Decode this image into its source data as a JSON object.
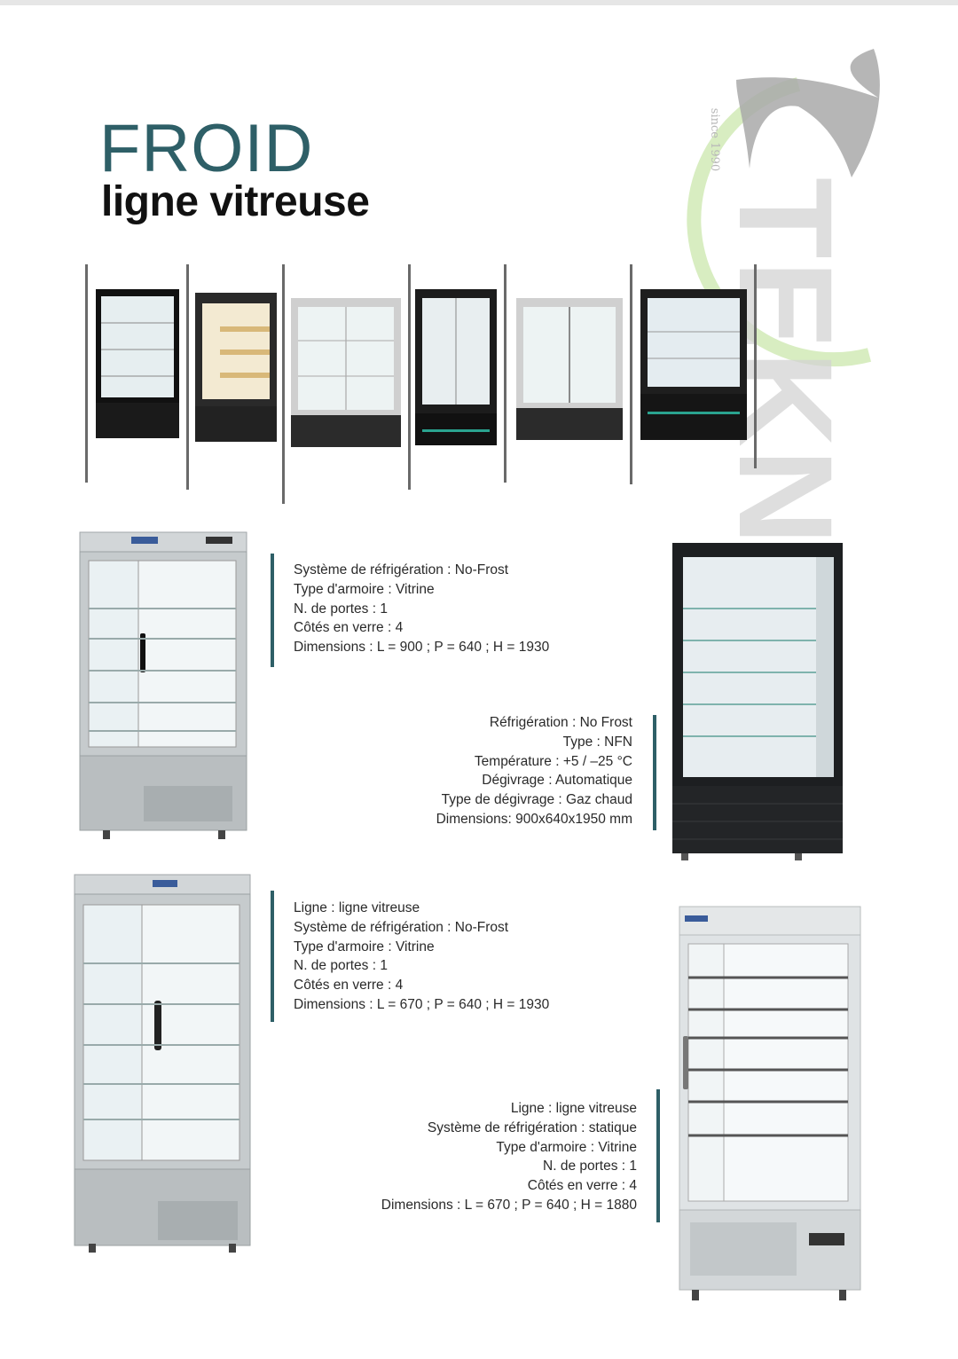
{
  "header": {
    "title": "FROID",
    "subtitle": "ligne vitreuse"
  },
  "watermark": {
    "brand": "TEKNA",
    "since": "since 1990"
  },
  "products": [
    {
      "specs": [
        "Système de réfrigération : No-Frost",
        "Type d'armoire : Vitrine",
        "N. de portes : 1",
        "Côtés en verre : 4",
        "Dimensions : L = 900 ; P = 640 ; H = 1930"
      ]
    },
    {
      "specs": [
        "Réfrigération : No Frost",
        "Type : NFN",
        "Température : +5 / –25 °C",
        "Dégivrage : Automatique",
        "Type de dégivrage : Gaz chaud",
        "Dimensions: 900x640x1950 mm"
      ]
    },
    {
      "specs": [
        "Ligne : ligne vitreuse",
        "Système de réfrigération : No-Frost",
        "Type d'armoire : Vitrine",
        "N. de portes : 1",
        "Côtés en verre : 4",
        "Dimensions : L = 670 ; P = 640 ; H = 1930"
      ]
    },
    {
      "specs": [
        "Ligne : ligne vitreuse",
        "Système de réfrigération : statique",
        "Type d'armoire : Vitrine",
        "N. de portes : 1",
        "Côtés en verre : 4",
        "Dimensions : L = 670 ; P = 640 ; H = 1880"
      ]
    }
  ],
  "colors": {
    "accent": "#2e5f67",
    "watermark_green": "#c8e6a6",
    "watermark_gray": "#a9a9a9"
  }
}
